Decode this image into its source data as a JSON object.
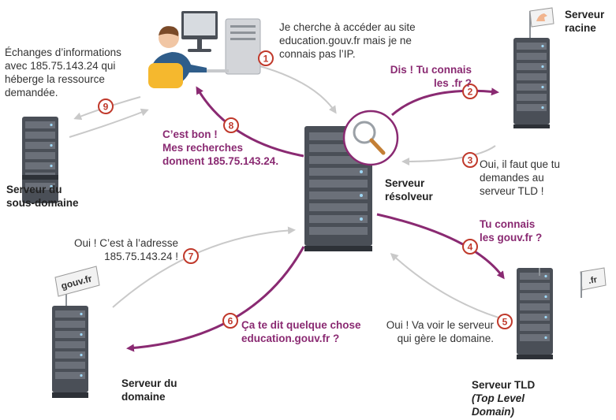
{
  "nodes": {
    "root": {
      "label": "Serveur\nracine",
      "flag": "muscle"
    },
    "resolver": {
      "label": "Serveur\nrésolveur"
    },
    "tld": {
      "label": "Serveur TLD",
      "sublabel": "(Top Level\nDomain)",
      "flag": ".fr"
    },
    "domain": {
      "label": "Serveur du\ndomaine",
      "flag": "gouv.fr"
    },
    "subdomain": {
      "label": "Serveur du\nsous-domaine"
    },
    "user": {
      "label": "user-computer"
    }
  },
  "steps": [
    {
      "n": "1",
      "text": "Je cherche à accéder au site\neducation.gouv.fr mais je ne\nconnais pas l’IP."
    },
    {
      "n": "2",
      "text": "Dis ! Tu connais\nles .fr ?"
    },
    {
      "n": "3",
      "text": "Oui, il faut que tu\ndemandes au\nserveur TLD !"
    },
    {
      "n": "4",
      "text": "Tu connais\nles gouv.fr ?"
    },
    {
      "n": "5",
      "text": "Oui ! Va voir le serveur\nqui gère le domaine."
    },
    {
      "n": "6",
      "text": "Ça te dit quelque chose\neducation.gouv.fr ?"
    },
    {
      "n": "7",
      "text": "Oui ! C’est à l’adresse\n185.75.143.24 !"
    },
    {
      "n": "8",
      "text": "C’est bon !\nMes recherches\ndonnent 185.75.143.24."
    },
    {
      "n": "9",
      "text": "Échanges d’informations\navec 185.75.143.24 qui\nhéberge la ressource\ndemandée."
    }
  ],
  "colors": {
    "accent": "#8a2a72",
    "badge": "#c0392b",
    "server": "#4a4f57",
    "grey_arrow": "#c9c9c9"
  }
}
